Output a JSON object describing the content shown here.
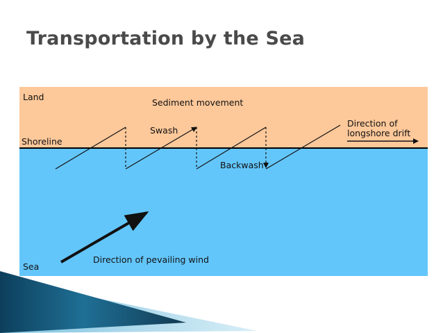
{
  "slide": {
    "title": "Transportation by the Sea"
  },
  "diagram": {
    "labels": {
      "land": "Land",
      "sediment_movement": "Sediment movement",
      "swash": "Swash",
      "shoreline": "Shoreline",
      "backwash": "Backwash",
      "longshore_line1": "Direction of",
      "longshore_line2": "longshore drift",
      "wind": "Direction of pevailing wind",
      "sea": "Sea"
    },
    "colors": {
      "land": "#fdc89a",
      "sea": "#63c6fb",
      "shoreline": "#000000",
      "lines": "#111111",
      "title": "#4a4a4a",
      "decor_dark": "#0d3f5c",
      "decor_light": "#a9d7ea"
    },
    "icons": [
      "swash-arrow-icon",
      "backwash-arrow-icon",
      "longshore-drift-arrow-icon",
      "wind-arrow-icon"
    ]
  }
}
